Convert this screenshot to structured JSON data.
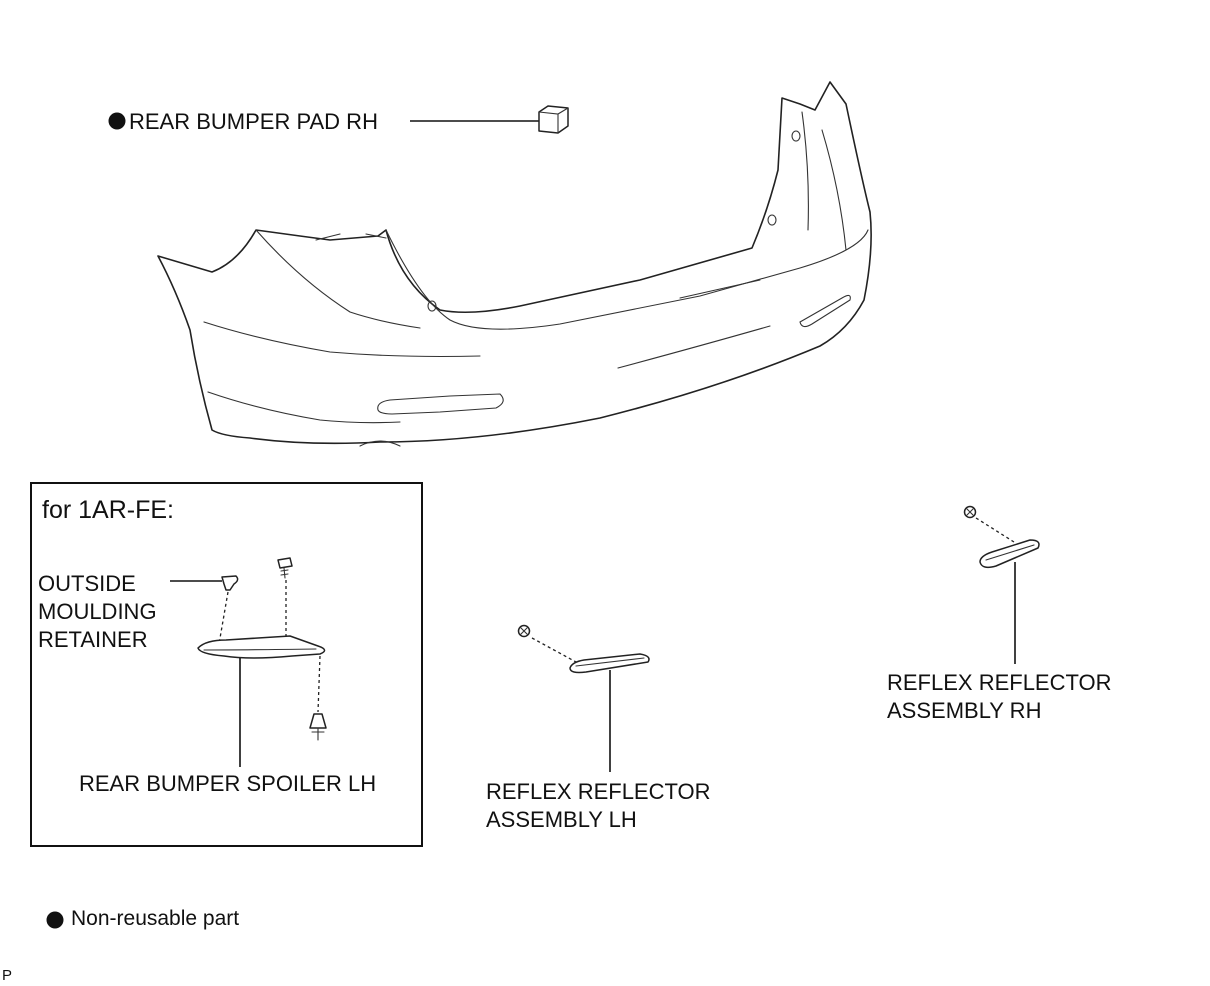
{
  "labels": {
    "rear_bumper_pad_rh": "REAR BUMPER PAD RH",
    "inset_title": "for 1AR-FE:",
    "outside_moulding_retainer": [
      "OUTSIDE",
      "MOULDING",
      "RETAINER"
    ],
    "rear_bumper_spoiler_lh": "REAR BUMPER SPOILER LH",
    "reflex_reflector_lh": [
      "REFLEX REFLECTOR",
      "ASSEMBLY LH"
    ],
    "reflex_reflector_rh": [
      "REFLEX REFLECTOR",
      "ASSEMBLY RH"
    ]
  },
  "legend": {
    "text": "Non-reusable part",
    "symbol": "filled-circle"
  },
  "corner_code": "P",
  "colors": {
    "line": "#222222",
    "background": "#ffffff"
  }
}
